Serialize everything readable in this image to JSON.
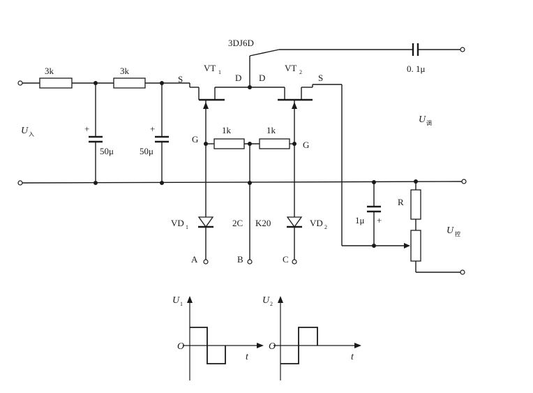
{
  "components": {
    "r_in_1": "3k",
    "r_in_2": "3k",
    "c_filter_1": "50μ",
    "c_filter_2": "50μ",
    "r_gate_1": "1k",
    "r_gate_2": "1k",
    "transistor_type": "3DJ6D",
    "c_out": "0. 1μ",
    "c_bias": "1μ",
    "r_bias": "R",
    "diode_center": "2C",
    "diode_center_type": "K20"
  },
  "transistors": {
    "vt1": {
      "name": "VT",
      "sub": "1"
    },
    "vt2": {
      "name": "VT",
      "sub": "2"
    }
  },
  "diodes": {
    "vd1": {
      "name": "VD",
      "sub": "1"
    },
    "vd2": {
      "name": "VD",
      "sub": "2"
    }
  },
  "pins": {
    "s1": "S",
    "d1": "D",
    "d2": "D",
    "s2": "S",
    "g1": "G",
    "g2": "G"
  },
  "terminals": {
    "a": "A",
    "b": "B",
    "c": "C"
  },
  "signals": {
    "u_in": {
      "name": "U",
      "sub": "入"
    },
    "u_mod": {
      "name": "U",
      "sub": "调"
    },
    "u_ctrl": {
      "name": "U",
      "sub": "控"
    }
  },
  "polarity": {
    "plus": "+"
  },
  "waveforms": {
    "w1": {
      "axis_y": "U",
      "axis_y_sub": "1",
      "origin": "O",
      "axis_x": "t"
    },
    "w2": {
      "axis_y": "U",
      "axis_y_sub": "2",
      "origin": "O",
      "axis_x": "t"
    }
  }
}
